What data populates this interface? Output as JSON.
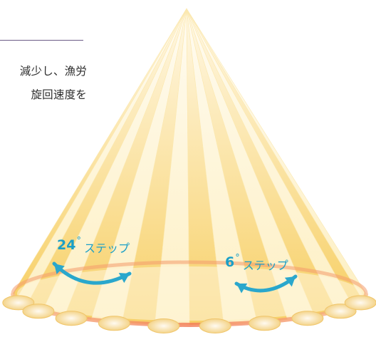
{
  "text_lines": [
    "減少し、漁労",
    "旋回速度を"
  ],
  "step_coarse": {
    "value": "24",
    "degree": "°",
    "word": "ステップ"
  },
  "step_fine": {
    "value": "6",
    "degree": "°",
    "word": "ステップ"
  },
  "colors": {
    "beam_light": "#fdf6d2",
    "beam_mid": "#fbe48a",
    "beam_deep": "#f6c94a",
    "ring": "#f49a6c",
    "arrow": "#2aa7cc",
    "step_text": "#1b9fc7",
    "divider": "#6b5b86"
  }
}
